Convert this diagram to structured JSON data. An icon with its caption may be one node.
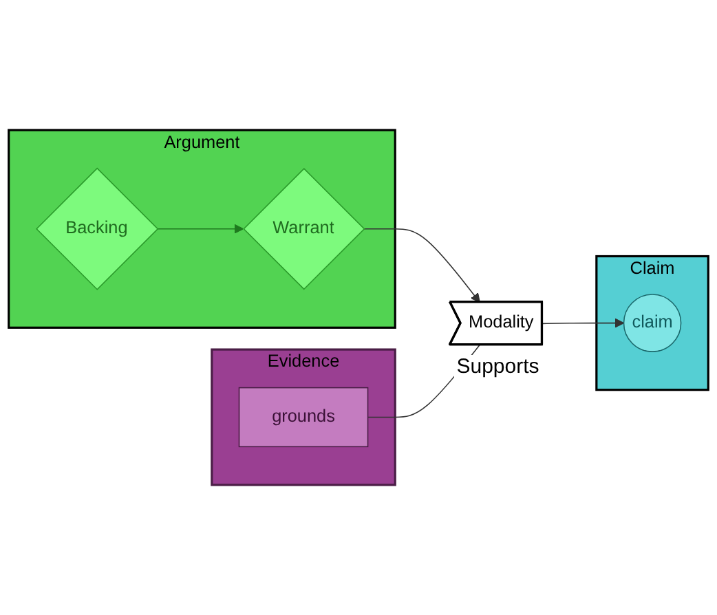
{
  "diagram": {
    "nodes": [
      {
        "text": [
          "Argument"
        ]
      },
      {
        "text": [
          "Backing"
        ],
        "in": 0
      },
      {
        "text": [
          "Warrant"
        ],
        "in": 0
      },
      {
        "text": [
          "Evidence"
        ]
      },
      {
        "text": [
          "grounds"
        ],
        "in": 3
      },
      {
        "text": [
          "Modality"
        ],
        "beside": [
          "Supports"
        ]
      },
      {
        "text": [
          "Claim"
        ]
      },
      {
        "text": [
          "claim"
        ],
        "in": 6
      }
    ],
    "edges": [
      {
        "from": 1,
        "to": 2,
        "arrow": "to",
        "color": "#1f7a1f"
      },
      {
        "from": 2,
        "to": 5,
        "arrow": "to"
      },
      {
        "from": 4,
        "to": 5,
        "arrow": "none"
      },
      {
        "from": 5,
        "to": 7,
        "arrow": "to"
      }
    ]
  }
}
